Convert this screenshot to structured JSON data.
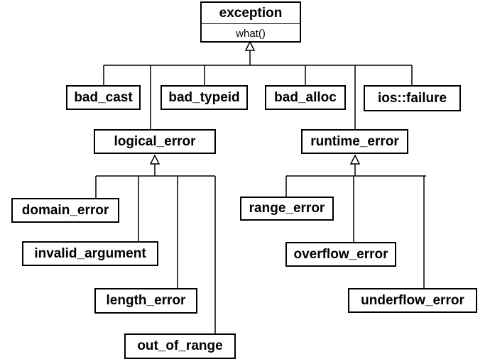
{
  "root": {
    "name": "exception",
    "method": "what()"
  },
  "classes": {
    "bad_cast": "bad_cast",
    "bad_typeid": "bad_typeid",
    "bad_alloc": "bad_alloc",
    "ios_failure": "ios::failure",
    "logical_error": "logical_error",
    "runtime_error": "runtime_error",
    "domain_error": "domain_error",
    "invalid_argument": "invalid_argument",
    "length_error": "length_error",
    "out_of_range": "out_of_range",
    "range_error": "range_error",
    "overflow_error": "overflow_error",
    "underflow_error": "underflow_error"
  }
}
